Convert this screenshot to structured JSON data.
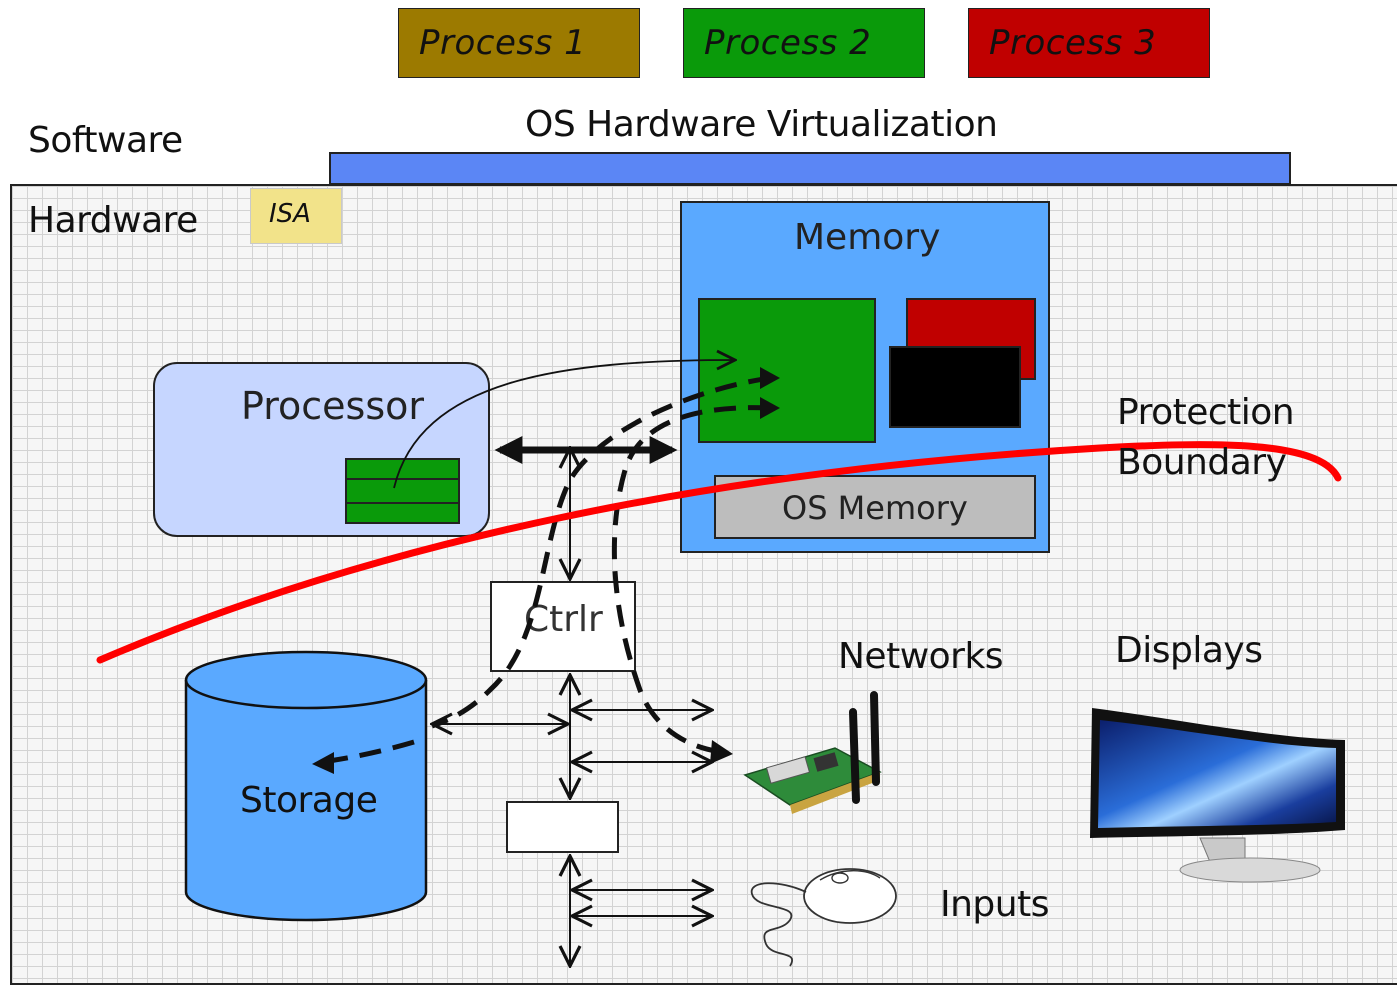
{
  "processes": [
    {
      "label": "Process 1",
      "color": "#9c7a00"
    },
    {
      "label": "Process 2",
      "color": "#0a9a0a"
    },
    {
      "label": "Process 3",
      "color": "#c00000"
    }
  ],
  "layers": {
    "software": "Software",
    "hardware": "Hardware",
    "os_virtualization": "OS Hardware Virtualization",
    "isa": "ISA"
  },
  "components": {
    "memory": "Memory",
    "os_memory": "OS Memory",
    "processor": "Processor",
    "controller": "Ctrlr",
    "storage": "Storage",
    "networks": "Networks",
    "displays": "Displays",
    "inputs": "Inputs"
  },
  "annotations": {
    "protection_line1": "Protection",
    "protection_line2": "Boundary"
  },
  "colors": {
    "os_bar": "#5b86f5",
    "memory": "#5aa9ff",
    "processor": "#c6d6ff",
    "storage": "#5aa9ff",
    "isa": "#f2e38a",
    "protection_boundary": "#ff0000",
    "os_memory": "#bdbdbd"
  }
}
